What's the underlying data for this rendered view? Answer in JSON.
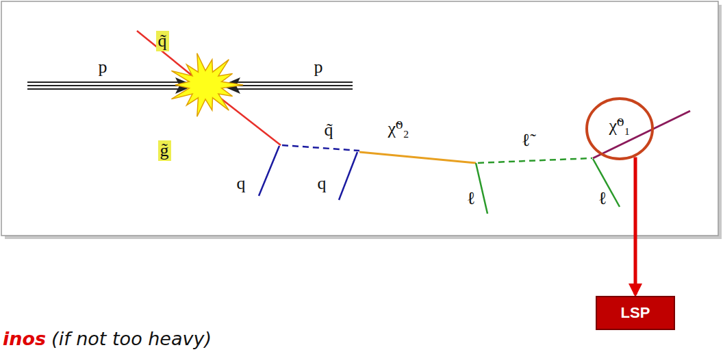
{
  "diagram": {
    "nodes": [
      {
        "text": [
          "χ̃⁰₁"
        ]
      },
      {
        "text": [
          "LSP"
        ]
      }
    ],
    "edges": [
      {
        "from": 0,
        "to": 1,
        "arrow": "to"
      }
    ],
    "labels": [
      "p",
      "p",
      "q̃",
      "g̃",
      "q",
      "q̃",
      "q",
      "χ̃⁰₂",
      "ℓ",
      "ℓ̃",
      "ℓ",
      "inos",
      "(if not too heavy)"
    ]
  }
}
